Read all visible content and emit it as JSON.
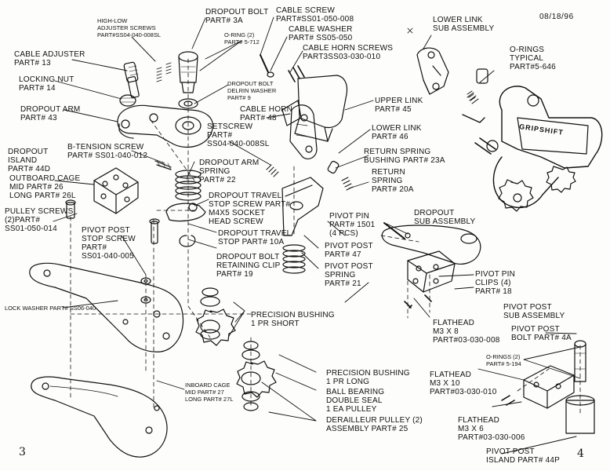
{
  "date": "08/18/96",
  "page_left": "3",
  "page_right": "4",
  "callouts": {
    "hilow": [
      "HIGH-LOW",
      "ADJUSTER SCREWS",
      "PART#SS04-040-008SL"
    ],
    "dropout_bolt": [
      "DROPOUT BOLT",
      "PART# 3A"
    ],
    "oring2": [
      "O-RING (2)",
      "PART# 5-712"
    ],
    "cable_screw": [
      "CABLE SCREW",
      "PART#SS01-050-008"
    ],
    "cable_washer": [
      "CABLE WASHER",
      "PART# SS05-050"
    ],
    "cable_horn_screws": [
      "CABLE HORN SCREWS",
      "PART3SS03-030-010"
    ],
    "lower_link_sub": [
      "LOWER LINK",
      "SUB ASSEMBLY"
    ],
    "orings_typ": [
      "O-RINGS",
      "TYPICAL",
      "PART#5-646"
    ],
    "cable_adjuster": [
      "CABLE ADJUSTER",
      "PART# 13"
    ],
    "locking_nut": [
      "LOCKING NUT",
      "PART# 14"
    ],
    "delrin": [
      "DROPOUT BOLT",
      "DELRIN WASHER",
      "PART# 9"
    ],
    "dropout_arm": [
      "DROPOUT ARM",
      "PART# 43"
    ],
    "upper_link": [
      "UPPER LINK",
      "PART# 45"
    ],
    "cable_horn": [
      "CABLE HORN",
      "PART# 48"
    ],
    "setscrew": [
      "SETSCREW",
      "PART#",
      "SS04-040-008SL"
    ],
    "lower_link": [
      "LOWER LINK",
      "PART# 46"
    ],
    "btension": [
      "B-TENSION SCREW",
      "PART# SS01-040-012"
    ],
    "return_bushing": [
      "RETURN SPRING",
      "BUSHING PART# 23A"
    ],
    "dropout_island": [
      "DROPOUT",
      "ISLAND",
      "PART# 44D"
    ],
    "dropout_arm_spring": [
      "DROPOUT ARM",
      "SPRING",
      "PART# 22"
    ],
    "return_spring": [
      "RETURN",
      "SPRING",
      "PART# 20A"
    ],
    "outboard": [
      "OUTBOARD CAGE",
      "MID PART# 26",
      "LONG PART# 26L"
    ],
    "travel_screw": [
      "DROPOUT TRAVEL",
      "STOP SCREW PART#",
      "M4X5 SOCKET",
      "HEAD SCREW"
    ],
    "dropout_sub": [
      "DROPOUT",
      "SUB ASSEMBLY"
    ],
    "pulley_screws": [
      "PULLEY SCREWS",
      "(2)PART#",
      "SS01-050-014"
    ],
    "pivot_pin": [
      "PIVOT PIN",
      "PART# 1501",
      "(4 PCS)"
    ],
    "pivot_stop_screw": [
      "PIVOT POST",
      "STOP SCREW",
      "PART#",
      "SS01-040-005"
    ],
    "travel_stop": [
      "DROPOUT TRAVEL",
      "STOP PART# 10A"
    ],
    "pivot_post": [
      "PIVOT POST",
      "PART# 47"
    ],
    "retaining_clip": [
      "DROPOUT BOLT",
      "RETAINING CLIP",
      "PART# 19"
    ],
    "pivot_post_spring": [
      "PIVOT POST",
      "SPRING",
      "PART# 21"
    ],
    "pivot_pin_clips": [
      "PIVOT PIN",
      "CLIPS (4)",
      "PART# 18"
    ],
    "lock_washer": "LOCK WASHER PART# SS06-040",
    "precision_short": [
      "PRECISION BUSHING",
      "1 PR SHORT"
    ],
    "flathead_8": [
      "FLATHEAD",
      "M3 X 8",
      "PART#03-030-008"
    ],
    "pivot_post_sub": [
      "PIVOT POST",
      "SUB ASSEMBLY"
    ],
    "pivot_post_bolt": [
      "PIVOT POST",
      "BOLT PART# 4A"
    ],
    "orings_2": [
      "O-RINGS (2)",
      "PART# 5-194"
    ],
    "precision_long": [
      "PRECISION BUSHING",
      "1 PR LONG"
    ],
    "ball_bearing": [
      "BALL BEARING",
      "DOUBLE SEAL",
      "1 EA PULLEY"
    ],
    "flathead_10": [
      "FLATHEAD",
      "M3 X 10",
      "PART#03-030-010"
    ],
    "inboard": [
      "INBOARD CAGE",
      "MID PART# 27",
      "LONG PART# 27L"
    ],
    "derailleur_pulley": [
      "DERAILLEUR PULLEY (2)",
      "ASSEMBLY PART# 25"
    ],
    "flathead_6": [
      "FLATHEAD",
      "M3 X 6",
      "PART#03-030-006"
    ],
    "pivot_island": [
      "PIVOT POST",
      "ISLAND PART# 44P"
    ]
  },
  "brand_mark": "GRIPSHIFT"
}
